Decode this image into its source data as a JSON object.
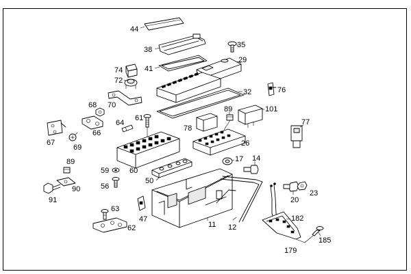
{
  "diagram": {
    "type": "exploded-parts-view",
    "parts": [
      {
        "id": "p44",
        "number": "44"
      },
      {
        "id": "p38",
        "number": "38"
      },
      {
        "id": "p35",
        "number": "35"
      },
      {
        "id": "p29",
        "number": "29"
      },
      {
        "id": "p41",
        "number": "41"
      },
      {
        "id": "p74",
        "number": "74"
      },
      {
        "id": "p72",
        "number": "72"
      },
      {
        "id": "p76",
        "number": "76"
      },
      {
        "id": "p32",
        "number": "32"
      },
      {
        "id": "p70",
        "number": "70"
      },
      {
        "id": "p68",
        "number": "68"
      },
      {
        "id": "p89a",
        "number": "89"
      },
      {
        "id": "p101",
        "number": "101"
      },
      {
        "id": "p64",
        "number": "64"
      },
      {
        "id": "p61",
        "number": "61"
      },
      {
        "id": "p78",
        "number": "78"
      },
      {
        "id": "p77",
        "number": "77"
      },
      {
        "id": "p66",
        "number": "66"
      },
      {
        "id": "p67",
        "number": "67"
      },
      {
        "id": "p69",
        "number": "69"
      },
      {
        "id": "p26",
        "number": "26"
      },
      {
        "id": "p17",
        "number": "17"
      },
      {
        "id": "p14",
        "number": "14"
      },
      {
        "id": "p89b",
        "number": "89"
      },
      {
        "id": "p59",
        "number": "59"
      },
      {
        "id": "p60",
        "number": "60"
      },
      {
        "id": "p50",
        "number": "50"
      },
      {
        "id": "p56",
        "number": "56"
      },
      {
        "id": "p90",
        "number": "90"
      },
      {
        "id": "p91",
        "number": "91"
      },
      {
        "id": "p20",
        "number": "20"
      },
      {
        "id": "p23",
        "number": "23"
      },
      {
        "id": "p63",
        "number": "63"
      },
      {
        "id": "p47",
        "number": "47"
      },
      {
        "id": "p182",
        "number": "182"
      },
      {
        "id": "p11",
        "number": "11"
      },
      {
        "id": "p12",
        "number": "12"
      },
      {
        "id": "p62",
        "number": "62"
      },
      {
        "id": "p185",
        "number": "185"
      },
      {
        "id": "p179",
        "number": "179"
      }
    ]
  }
}
